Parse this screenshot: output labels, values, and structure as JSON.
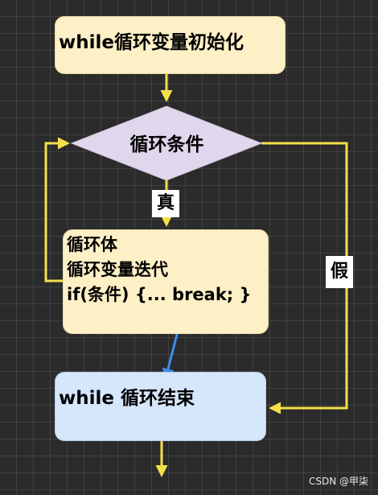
{
  "diagram": {
    "init_box": "while循环变量初始化",
    "condition": "循环条件",
    "true_label": "真",
    "false_label": "假",
    "body_lines": [
      "循环体",
      "循环变量迭代",
      "if(条件) {... break; }"
    ],
    "end_box": "while 循环结束"
  },
  "watermark": "CSDN @甲柒",
  "colors": {
    "background": "#2b2b2b",
    "grid": "#555555",
    "arrow": "#f5e04a",
    "break_arrow": "#3b8ee8",
    "box_fill": "#fdefc6",
    "condition_fill": "#e0d7ec",
    "end_fill": "#d6e6fb"
  }
}
